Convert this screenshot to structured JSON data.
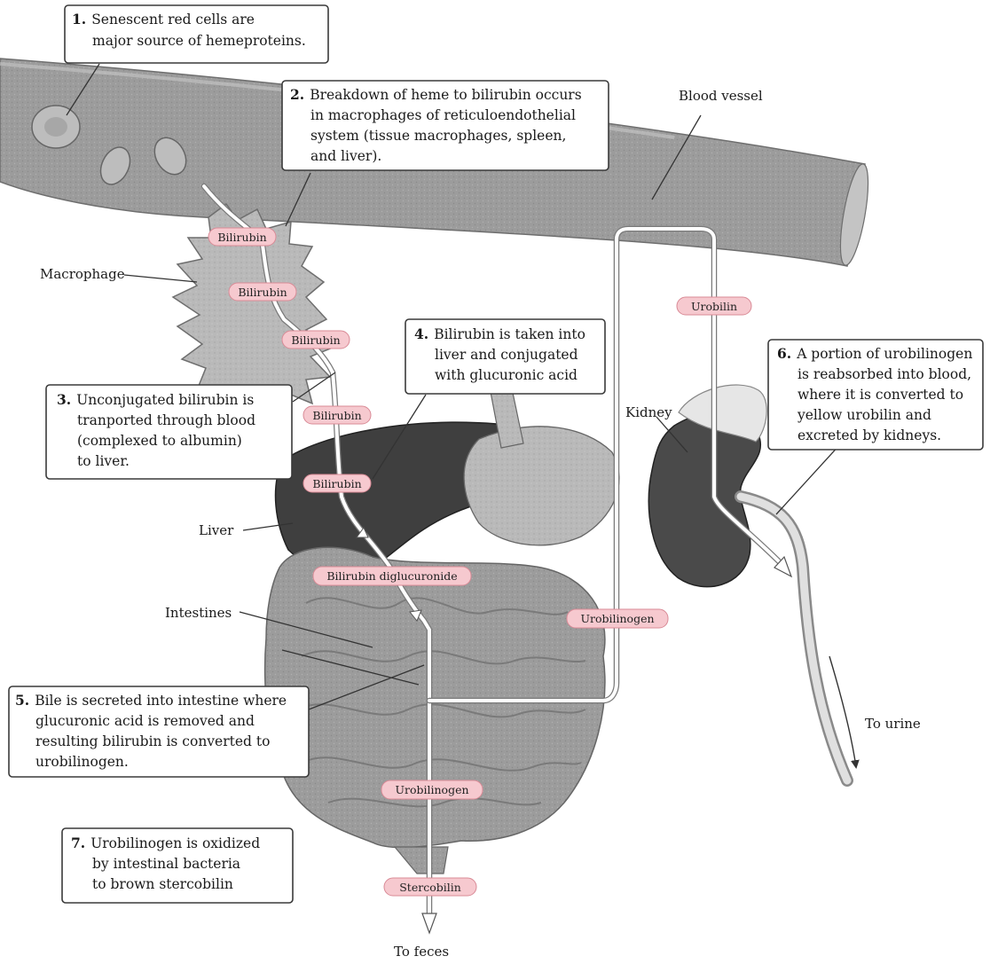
{
  "callouts": {
    "step1": {
      "number": "1.",
      "lines": [
        "Senescent red cells are",
        "major source of hemeproteins."
      ]
    },
    "step2": {
      "number": "2.",
      "lines": [
        "Breakdown of heme to bilirubin occurs",
        "in macrophages of reticuloendothelial",
        "system (tissue macrophages, spleen,",
        "and liver)."
      ]
    },
    "step3": {
      "number": "3.",
      "lines": [
        "Unconjugated bilirubin is",
        "tranported through blood",
        "(complexed to albumin)",
        "to liver."
      ]
    },
    "step4": {
      "number": "4.",
      "lines": [
        "Bilirubin is taken into",
        "liver and conjugated",
        "with glucuronic acid"
      ]
    },
    "step5": {
      "number": "5.",
      "lines": [
        "Bile is secreted into intestine where",
        "glucuronic acid is removed and",
        "resulting bilirubin is converted to",
        "urobilinogen."
      ]
    },
    "step6": {
      "number": "6.",
      "lines": [
        "A portion of urobilinogen",
        "is reabsorbed into blood,",
        "where it is converted to",
        "yellow urobilin and",
        "excreted by kidneys."
      ]
    },
    "step7": {
      "number": "7.",
      "lines": [
        "Urobilinogen is oxidized",
        "by intestinal bacteria",
        "to brown stercobilin"
      ]
    }
  },
  "organs": {
    "blood_vessel": "Blood vessel",
    "macrophage": "Macrophage",
    "liver": "Liver",
    "intestines": "Intestines",
    "kidney": "Kidney"
  },
  "pathway_labels": {
    "bilirubin_1": "Bilirubin",
    "bilirubin_2": "Bilirubin",
    "bilirubin_3": "Bilirubin",
    "bilirubin_4": "Bilirubin",
    "bilirubin_5": "Bilirubin",
    "bilirubin_diglucuronide": "Bilirubin diglucuronide",
    "urobilinogen_right": "Urobilinogen",
    "urobilinogen_lower": "Urobilinogen",
    "urobilin": "Urobilin",
    "stercobilin": "Stercobilin"
  },
  "destinations": {
    "to_urine": "To urine",
    "to_feces": "To feces"
  },
  "colors": {
    "pill_fill": "#f6c9cf",
    "organ_gray": "#9a9a9a",
    "liver_dark": "#3f3f3f"
  }
}
